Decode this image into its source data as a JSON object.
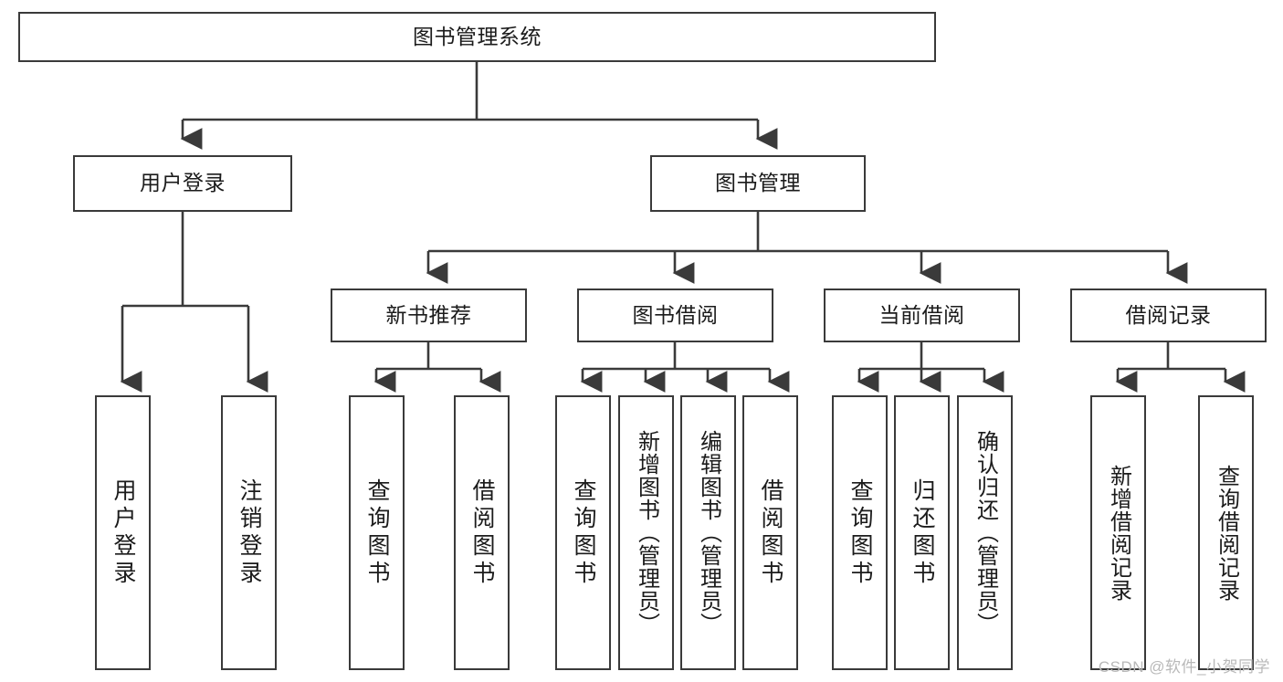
{
  "diagram": {
    "title": "图书管理系统",
    "type": "hierarchy-tree",
    "root": {
      "id": "root",
      "label": "图书管理系统"
    },
    "level2": [
      {
        "id": "user-login",
        "label": "用户登录"
      },
      {
        "id": "book-manage",
        "label": "图书管理"
      }
    ],
    "level3": [
      {
        "id": "new-book-recommend",
        "label": "新书推荐",
        "parent": "book-manage"
      },
      {
        "id": "book-borrow",
        "label": "图书借阅",
        "parent": "book-manage"
      },
      {
        "id": "current-borrow",
        "label": "当前借阅",
        "parent": "book-manage"
      },
      {
        "id": "borrow-record",
        "label": "借阅记录",
        "parent": "book-manage"
      }
    ],
    "leaves": {
      "user-login": [
        {
          "id": "leaf-user-login",
          "label": "用户登录"
        },
        {
          "id": "leaf-logout",
          "label": "注销登录"
        }
      ],
      "new-book-recommend": [
        {
          "id": "leaf-query-book-1",
          "label": "查询图书"
        },
        {
          "id": "leaf-borrow-book-1",
          "label": "借阅图书"
        }
      ],
      "book-borrow": [
        {
          "id": "leaf-query-book-2",
          "label": "查询图书"
        },
        {
          "id": "leaf-add-book",
          "label": "新增图书（管理员）"
        },
        {
          "id": "leaf-edit-book",
          "label": "编辑图书（管理员）"
        },
        {
          "id": "leaf-borrow-book-2",
          "label": "借阅图书"
        }
      ],
      "current-borrow": [
        {
          "id": "leaf-query-book-3",
          "label": "查询图书"
        },
        {
          "id": "leaf-return-book",
          "label": "归还图书"
        },
        {
          "id": "leaf-confirm-return",
          "label": "确认归还（管理员）"
        }
      ],
      "borrow-record": [
        {
          "id": "leaf-add-record",
          "label": "新增借阅记录"
        },
        {
          "id": "leaf-query-record",
          "label": "查询借阅记录"
        }
      ]
    },
    "colors": {
      "stroke": "#3a3a3a",
      "fill": "#ffffff",
      "text": "#1b1b1b",
      "watermark": "#b9b9b9"
    }
  },
  "watermark": {
    "text": "CSDN @软件_小贺同学"
  }
}
